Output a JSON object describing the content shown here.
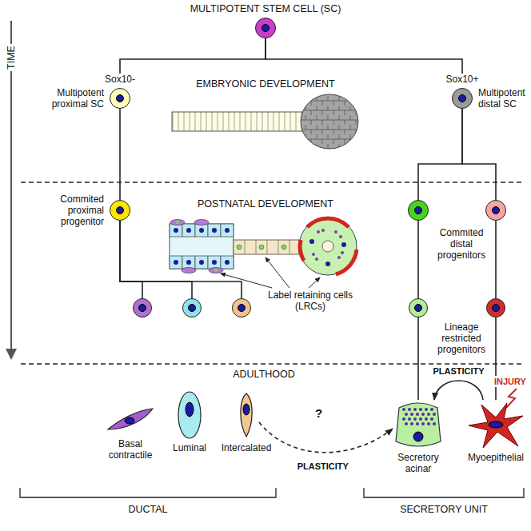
{
  "diagram": {
    "nodes": [
      {
        "text": [
          "MULTIPOTENT STEM CELL (SC)"
        ]
      },
      {
        "text": [
          "Sox10-",
          "Multipotent proximal SC"
        ]
      },
      {
        "text": [
          "Sox10+",
          "Multipotent distal SC"
        ]
      },
      {
        "text": [
          "Commited proximal progenitor"
        ]
      },
      {
        "text": []
      },
      {
        "text": []
      },
      {
        "text": []
      },
      {
        "text": []
      },
      {
        "text": []
      },
      {
        "text": []
      },
      {
        "text": []
      },
      {
        "text": [
          "Basal contractile"
        ]
      },
      {
        "text": [
          "Luminal"
        ]
      },
      {
        "text": [
          "Intercalated"
        ]
      },
      {
        "text": [
          "Secretory acinar"
        ]
      },
      {
        "text": [
          "Myoepithelial"
        ]
      }
    ],
    "edges": [
      {
        "from": 0,
        "to": 1,
        "arrow": "none"
      },
      {
        "from": 0,
        "to": 2,
        "arrow": "none"
      },
      {
        "from": 1,
        "to": 3,
        "arrow": "none"
      },
      {
        "from": 2,
        "to": 4,
        "arrow": "none"
      },
      {
        "from": 2,
        "to": 5,
        "arrow": "none"
      },
      {
        "from": 3,
        "to": 6,
        "arrow": "none"
      },
      {
        "from": 3,
        "to": 7,
        "arrow": "none"
      },
      {
        "from": 3,
        "to": 8,
        "arrow": "none"
      },
      {
        "from": 4,
        "to": 9,
        "arrow": "none"
      },
      {
        "from": 5,
        "to": 10,
        "arrow": "none"
      },
      {
        "from": 9,
        "to": 14,
        "arrow": "none"
      },
      {
        "from": 10,
        "to": 15,
        "arrow": "none"
      },
      {
        "from": 15,
        "to": 14,
        "label": "PLASTICITY",
        "arrow": "to"
      },
      {
        "from": 13,
        "to": 14,
        "label": "PLASTICITY",
        "arrow": "to"
      }
    ],
    "labels": [
      "TIME",
      "EMBRYONIC DEVELOPMENT",
      "POSTNATAL DEVELOPMENT",
      "Commited distal progenitors",
      "Label retaining cells (LRCs)",
      "Lineage restricted progenitors",
      "ADULTHOOD",
      "INJURY",
      "?",
      "DUCTAL",
      "SECRETORY UNIT"
    ]
  }
}
